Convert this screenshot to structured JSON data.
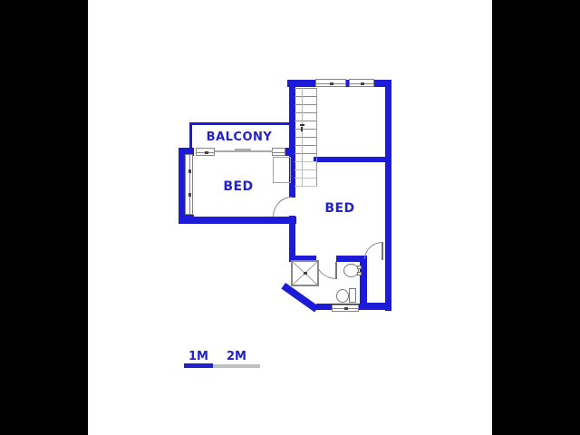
{
  "plan": {
    "type": "floor-plan",
    "rooms": [
      {
        "label": "BALCONY"
      },
      {
        "label": "BED"
      },
      {
        "label": "BED"
      }
    ],
    "fixtures": [
      "staircase",
      "shower",
      "sink",
      "toilet"
    ],
    "windows_count": 6,
    "doors_count": 3,
    "scale": {
      "label_1": "1M",
      "label_2": "2M"
    },
    "colors": {
      "wall": "#1b1bd8",
      "label_text": "#2222cc",
      "scale_blue": "#2222cc",
      "scale_gray": "#c0c0c0",
      "fixture_outline": "#8a8a8a",
      "background": "#ffffff",
      "letterbox": "#000000"
    }
  }
}
